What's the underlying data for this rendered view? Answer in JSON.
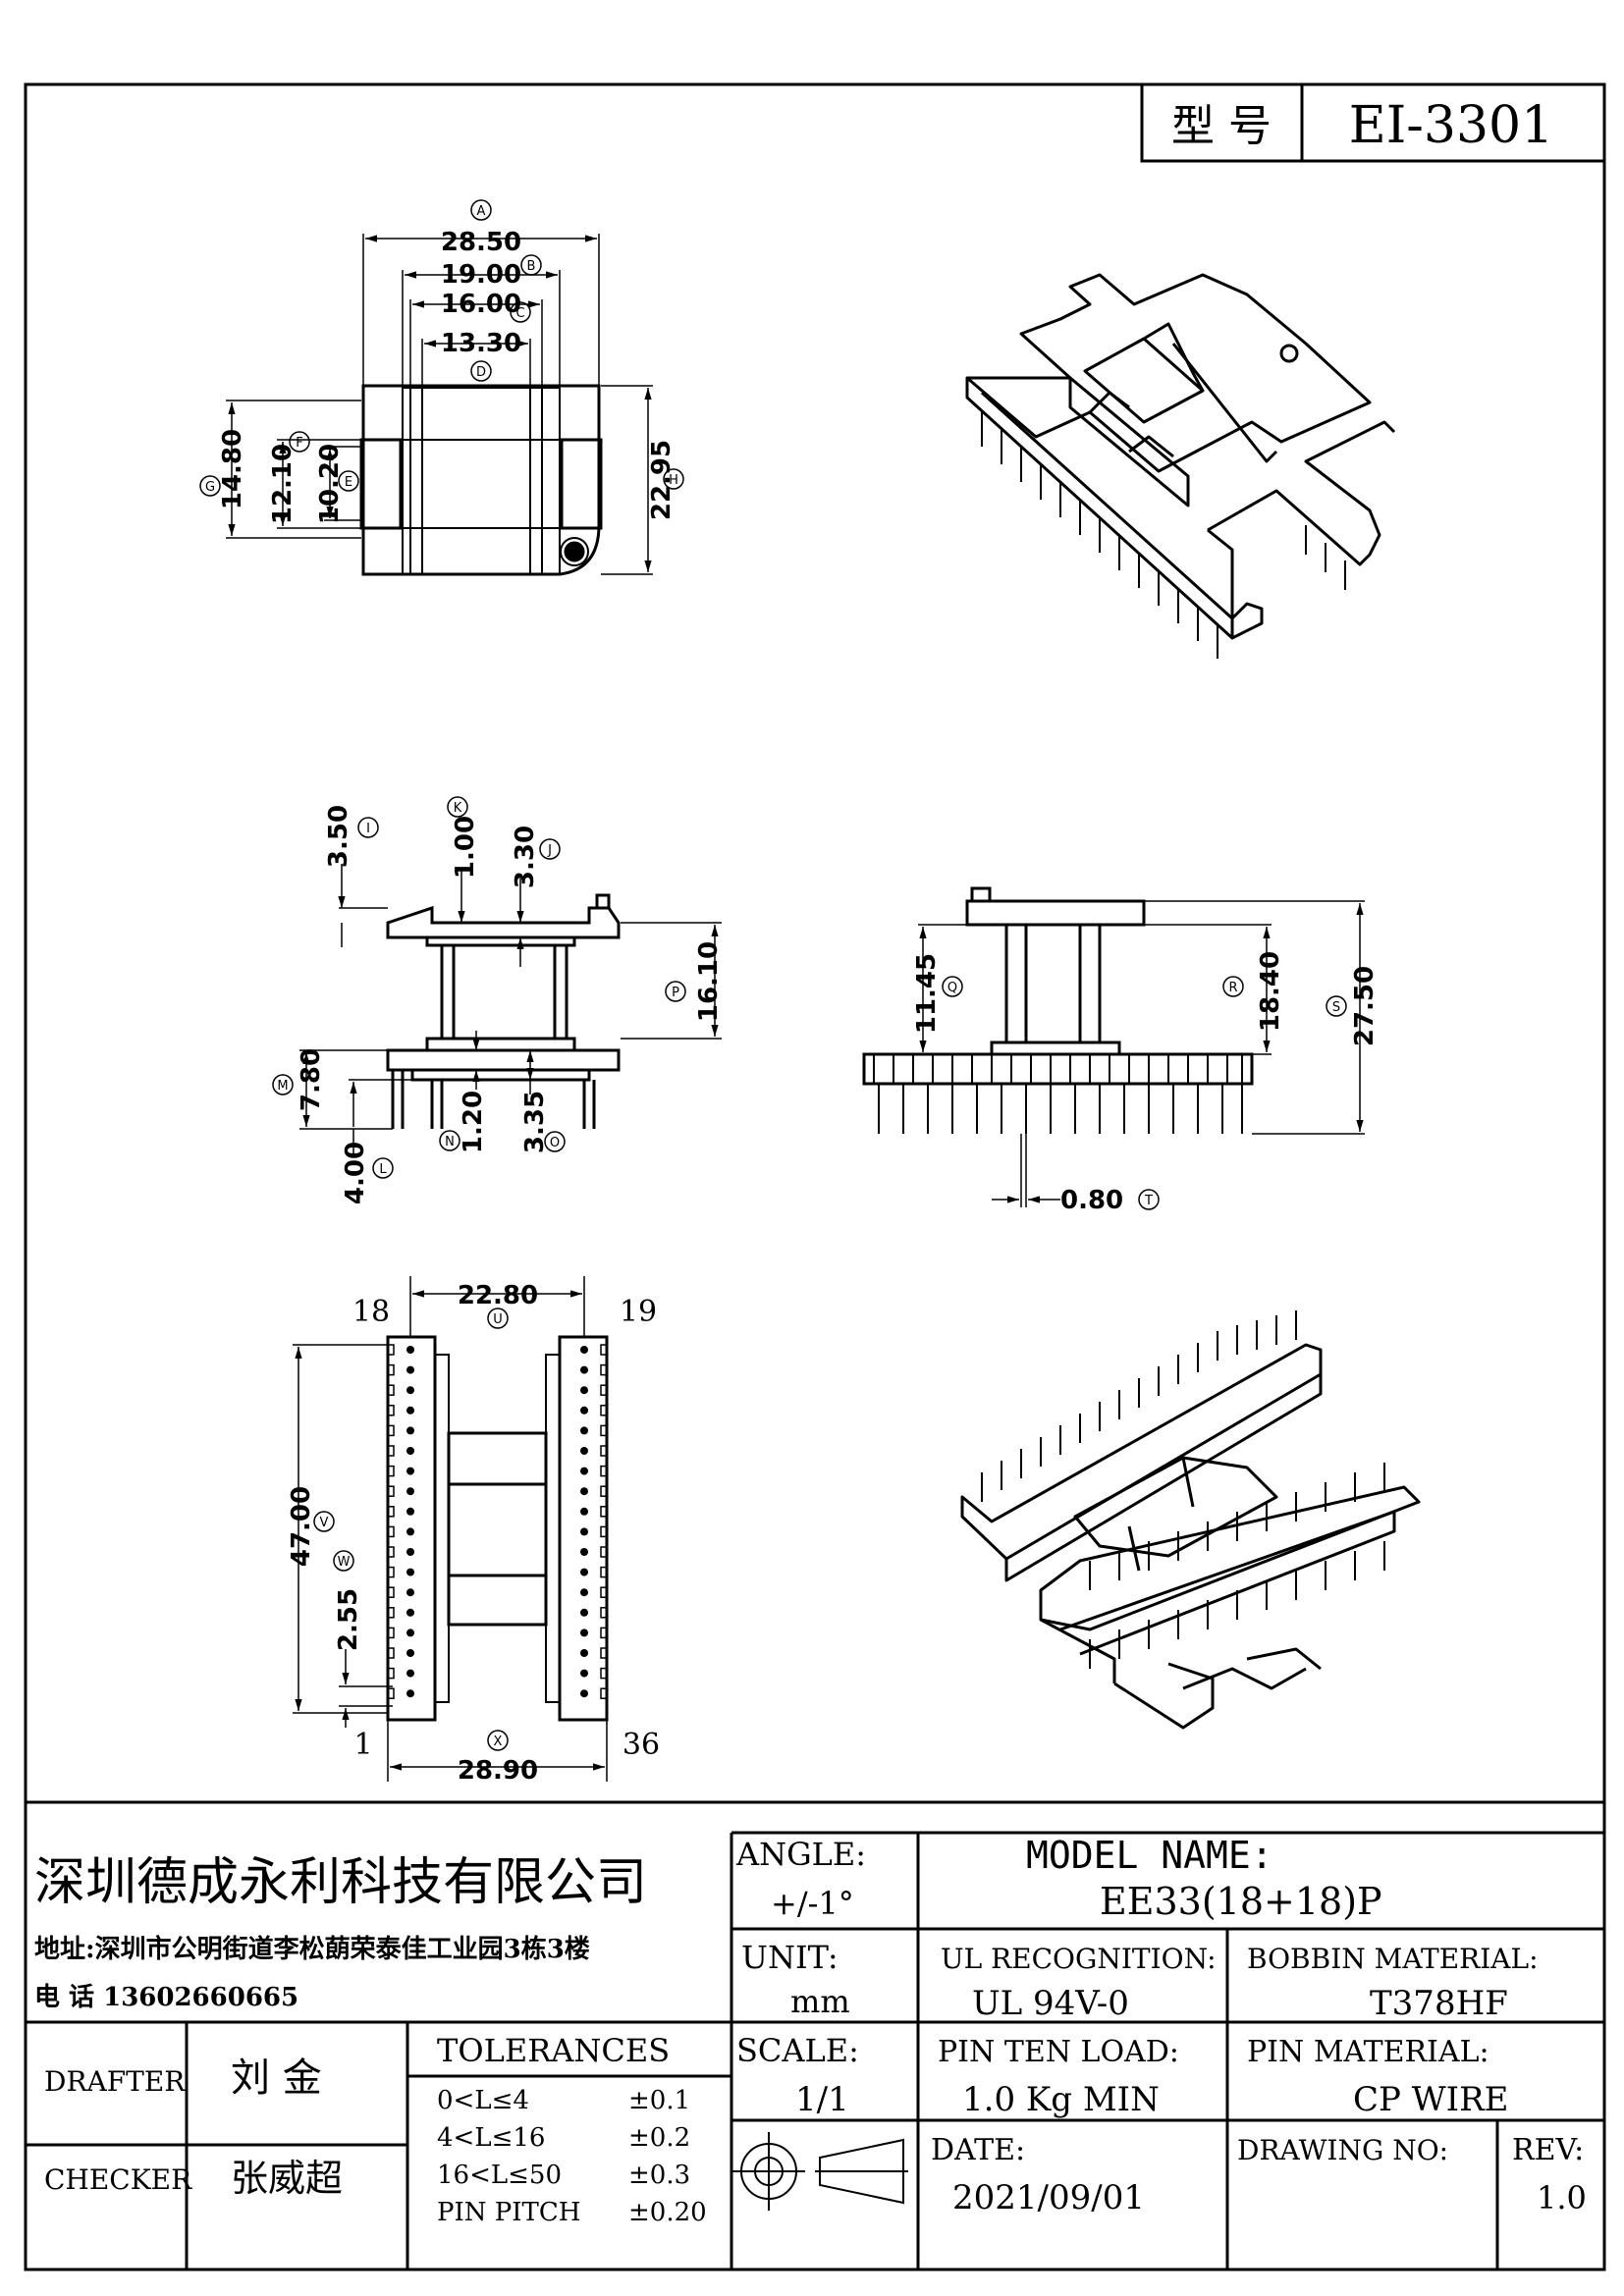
{
  "header": {
    "model_label": "型 号",
    "model_value": "EI-3301"
  },
  "dims_top": {
    "A": "28.50",
    "B": "19.00",
    "C": "16.00",
    "D": "13.30",
    "E": "10.20",
    "F": "12.10",
    "G": "14.80",
    "H": "22.95",
    "labels": [
      "A",
      "B",
      "C",
      "D",
      "E",
      "F",
      "G",
      "H"
    ]
  },
  "dims_side": {
    "I": "3.50",
    "K": "1.00",
    "J": "3.30",
    "P": "16.10",
    "M": "7.80",
    "L": "4.00",
    "N": "1.20",
    "O": "3.35",
    "labels": [
      "I",
      "K",
      "J",
      "P",
      "M",
      "L",
      "N",
      "O"
    ]
  },
  "dims_front": {
    "Q": "11.45",
    "R": "18.40",
    "S": "27.50",
    "T": "0.80",
    "labels": [
      "Q",
      "R",
      "S",
      "T"
    ]
  },
  "dims_bottom": {
    "U": "22.80",
    "V": "47.00",
    "W": "2.55",
    "X": "28.90",
    "pin_18": "18",
    "pin_19": "19",
    "pin_1": "1",
    "pin_36": "36",
    "labels": [
      "U",
      "V",
      "W",
      "X"
    ]
  },
  "title_block": {
    "company": "深圳德成永利科技有限公司",
    "address": "地址:深圳市公明街道李松蓢荣泰佳工业园3栋3楼",
    "phone": "电 话 13602660665",
    "angle_label": "ANGLE:",
    "angle_value": "+/-1°",
    "model_name_label": "MODEL NAME:",
    "model_name_value": "EE33(18+18)P",
    "unit_label": "UNIT:",
    "unit_value": "mm",
    "ul_label": "UL RECOGNITION:",
    "ul_value": "UL 94V-0",
    "bobbin_label": "BOBBIN MATERIAL:",
    "bobbin_value": "T378HF",
    "drafter_label": "DRAFTER",
    "drafter_value": "刘 金",
    "checker_label": "CHECKER",
    "checker_value": "张威超",
    "tolerances_label": "TOLERANCES",
    "tolerances": [
      {
        "range": "0<L≤4",
        "tol": "±0.1"
      },
      {
        "range": "4<L≤16",
        "tol": "±0.2"
      },
      {
        "range": "16<L≤50",
        "tol": "±0.3"
      },
      {
        "range": "PIN PITCH",
        "tol": "±0.20"
      }
    ],
    "scale_label": "SCALE:",
    "scale_value": "1/1",
    "pin_load_label": "PIN TEN LOAD:",
    "pin_load_value": "1.0 Kg MIN",
    "pin_material_label": "PIN MATERIAL:",
    "pin_material_value": "CP WIRE",
    "date_label": "DATE:",
    "date_value": "2021/09/01",
    "drawing_no_label": "DRAWING NO:",
    "drawing_no_value": "",
    "rev_label": "REV:",
    "rev_value": "1.0"
  }
}
